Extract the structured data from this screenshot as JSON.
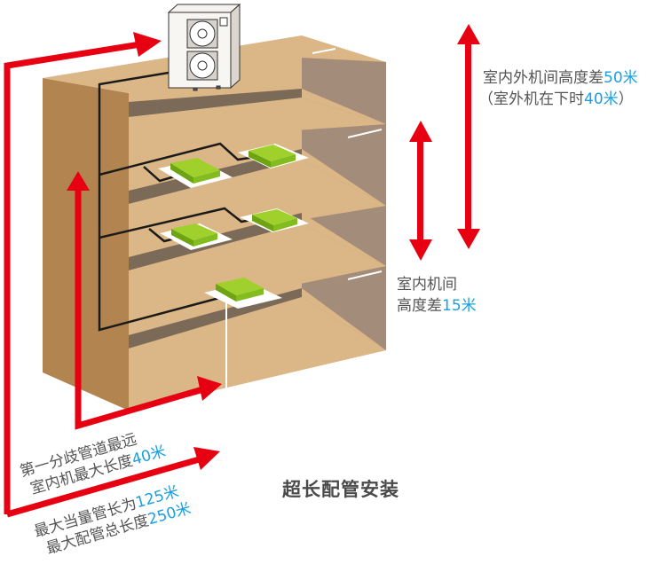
{
  "title": "超长配管安装",
  "colors": {
    "arrow": "#e60012",
    "highlight": "#1aa0e0",
    "text": "#555555",
    "wall_front": "#dbb686",
    "wall_side": "#b18450",
    "wall_right": "#a48c7a",
    "floor_shadow": "#7a6a57",
    "indoor_unit": "#82bc1e",
    "pipe": "#1a1a1a"
  },
  "outdoor_indoor_height": {
    "prefix": "室内外机间高度差",
    "value": "50米",
    "sub_prefix": "（室外机在下时",
    "sub_value": "40米",
    "sub_suffix": "）"
  },
  "indoor_indoor_height": {
    "line1": "室内机间",
    "prefix": "高度差",
    "value": "15米"
  },
  "first_branch": {
    "line1": "第一分歧管道最远",
    "prefix": "室内机最大长度",
    "value": "40米"
  },
  "equivalent_pipe": {
    "prefix": "最大当量管长为",
    "value": "125米"
  },
  "total_pipe": {
    "prefix": "最大配管总长度",
    "value": "250米"
  },
  "icons": {
    "outdoor_unit": "outdoor-ac-unit",
    "indoor_unit": "ceiling-cassette-unit",
    "building": "building-cross-section"
  }
}
